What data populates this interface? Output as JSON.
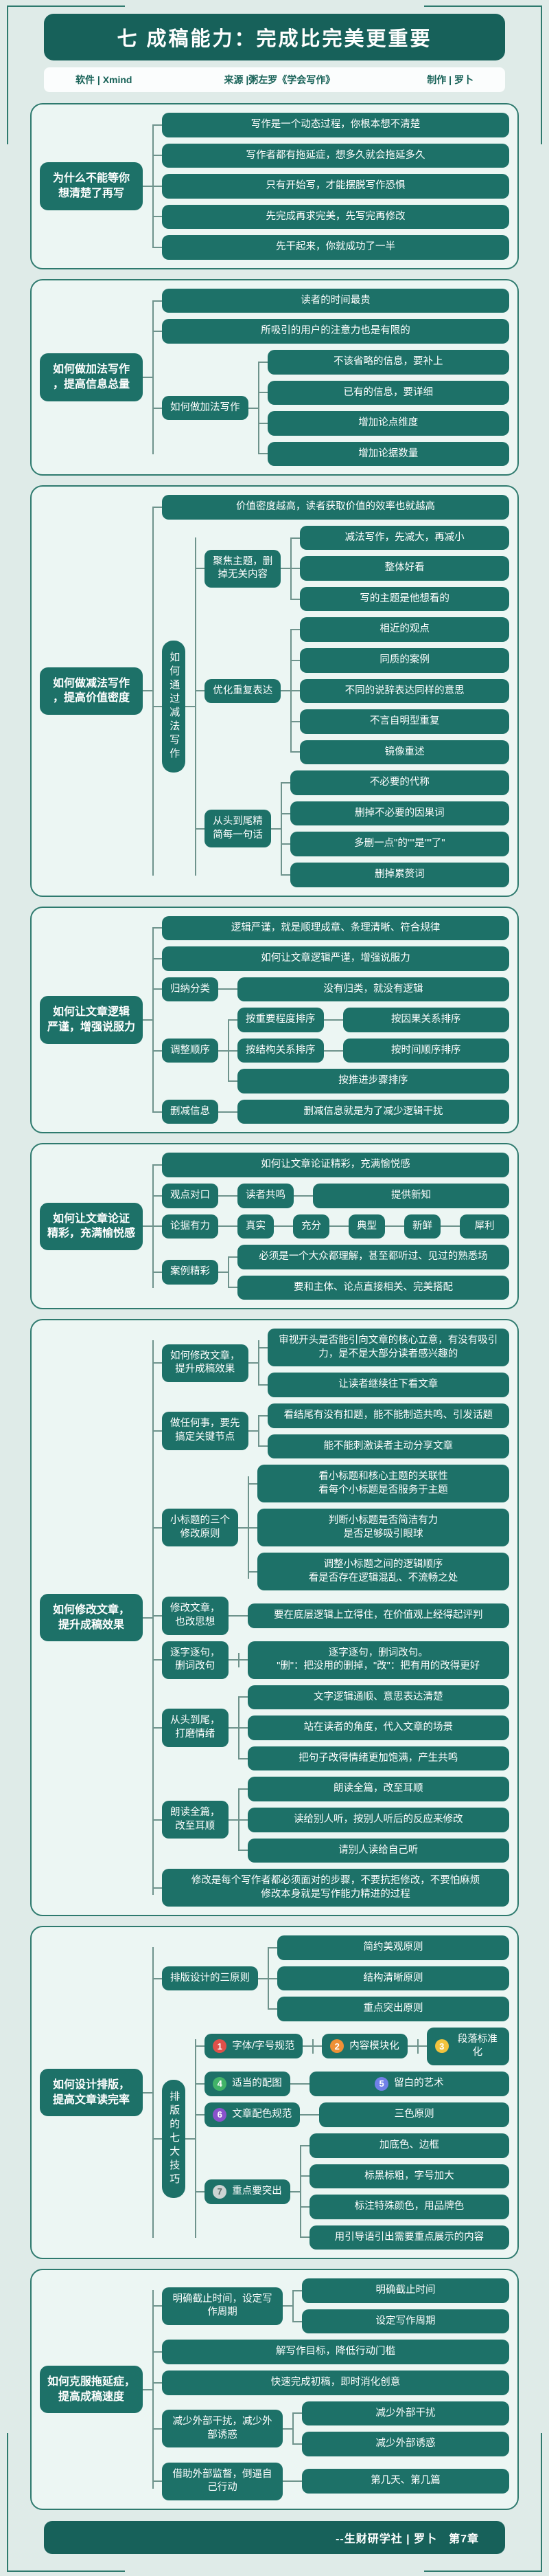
{
  "header": {
    "title": "七  成稿能力：完成比完美更重要"
  },
  "meta": {
    "software": "软件 | Xmind",
    "source": "来源 |粥左罗《学会写作》",
    "maker": "制作 | 罗卜"
  },
  "footer": {
    "credit": "--生财研学社 | 罗卜　第7章"
  },
  "colors": {
    "node": "#1d7168",
    "bar_dark": "#17615a",
    "section_bg": "#ecf6f3",
    "section_border": "#2e7a6e",
    "connector": "#6e938c",
    "badge_1": "#e0504a",
    "badge_2": "#ef9036",
    "badge_3": "#f2c33e",
    "badge_4": "#41b368",
    "badge_5": "#7080e8",
    "badge_6": "#8a52cc",
    "badge_7": "#ccd4d3"
  },
  "sections": [
    {
      "t": "为什么不能等你\n想清楚了再写",
      "c": [
        {
          "t": "写作是一个动态过程，你根本想不清楚"
        },
        {
          "t": "写作者都有拖延症，想多久就会拖延多久"
        },
        {
          "t": "只有开始写，才能摆脱写作恐惧"
        },
        {
          "t": "先完成再求完美，先写完再修改"
        },
        {
          "t": "先干起来，你就成功了一半"
        }
      ]
    },
    {
      "t": "如何做加法写作\n，提高信息总量",
      "c": [
        {
          "t": "读者的时间最贵"
        },
        {
          "t": "所吸引的用户的注意力也是有限的"
        },
        {
          "t": "如何做加法写作",
          "c": [
            {
              "t": "不该省略的信息，要补上"
            },
            {
              "t": "已有的信息，要详细"
            },
            {
              "t": "增加论点维度"
            },
            {
              "t": "增加论据数量"
            }
          ]
        }
      ]
    },
    {
      "t": "如何做减法写作\n，提高价值密度",
      "c": [
        {
          "t": "价值密度越高，读者获取价值的效率也就越高"
        },
        {
          "t": "如何通过减法写作",
          "v": true,
          "c": [
            {
              "t": "聚焦主题，删\n掉无关内容",
              "c": [
                {
                  "t": "减法写作，先减大，再减小"
                },
                {
                  "t": "整体好看"
                },
                {
                  "t": "写的主题是他想看的"
                }
              ]
            },
            {
              "t": "优化重复表达",
              "c": [
                {
                  "t": "相近的观点"
                },
                {
                  "t": "同质的案例"
                },
                {
                  "t": "不同的说辞表达同样的意思"
                },
                {
                  "t": "不言自明型重复"
                },
                {
                  "t": "镜像重述"
                }
              ]
            },
            {
              "t": "从头到尾精\n简每一句话",
              "c": [
                {
                  "t": "不必要的代称"
                },
                {
                  "t": "删掉不必要的因果词"
                },
                {
                  "t": "多删一点\"的\"\"是\"\"了\""
                },
                {
                  "t": "删掉累赘词"
                }
              ]
            }
          ]
        }
      ]
    },
    {
      "t": "如何让文章逻辑\n严谨，增强说服力",
      "c": [
        {
          "t": "逻辑严谨，就是顺理成章、条理清晰、符合规律"
        },
        {
          "t": "如何让文章逻辑严谨，增强说服力"
        },
        {
          "t": "归纳分类",
          "c": [
            {
              "t": "没有归类，就没有逻辑"
            }
          ]
        },
        {
          "t": "调整顺序",
          "c": [
            {
              "t": "按重要程度排序",
              "c": [
                {
                  "t": "按因果关系排序"
                }
              ]
            },
            {
              "t": "按结构关系排序",
              "c": [
                {
                  "t": "按时间顺序排序"
                }
              ]
            },
            {
              "t": "按推进步骤排序"
            }
          ]
        },
        {
          "t": "删减信息",
          "c": [
            {
              "t": "删减信息就是为了减少逻辑干扰"
            }
          ]
        }
      ]
    },
    {
      "t": "如何让文章论证\n精彩，充满愉悦感",
      "c": [
        {
          "t": "如何让文章论证精彩，充满愉悦感"
        },
        {
          "t": "观点对口",
          "c": [
            {
              "t": "读者共鸣",
              "c": [
                {
                  "t": "提供新知"
                }
              ]
            }
          ]
        },
        {
          "t": "论据有力",
          "c": [
            {
              "t": "真实",
              "c": [
                {
                  "t": "充分",
                  "c": [
                    {
                      "t": "典型",
                      "c": [
                        {
                          "t": "新鲜",
                          "c": [
                            {
                              "t": "犀利"
                            }
                          ]
                        }
                      ]
                    }
                  ]
                }
              ]
            }
          ]
        },
        {
          "t": "案例精彩",
          "c": [
            {
              "t": "必须是一个大众都理解，甚至都听过、见过的熟悉场"
            },
            {
              "t": "要和主体、论点直接相关、完美搭配"
            }
          ]
        }
      ]
    },
    {
      "t": "如何修改文章，\n提升成稿效果",
      "c": [
        {
          "t": "如何修改文章，\n提升成稿效果",
          "c": [
            {
              "t": "审视开头是否能引向文章的核心立意，有没有吸引力，是不是大部分读者感兴趣的"
            },
            {
              "t": "让读者继续往下看文章"
            }
          ]
        },
        {
          "t": "做任何事，要先\n搞定关键节点",
          "c": [
            {
              "t": "看结尾有没有扣题，能不能制造共鸣、引发话题"
            },
            {
              "t": "能不能刺激读者主动分享文章"
            }
          ]
        },
        {
          "t": "小标题的三个\n修改原则",
          "c": [
            {
              "t": "看小标题和核心主题的关联性\n看每个小标题是否服务于主题"
            },
            {
              "t": "判断小标题是否简洁有力\n是否足够吸引眼球"
            },
            {
              "t": "调整小标题之间的逻辑顺序\n看是否存在逻辑混乱、不流畅之处"
            }
          ]
        },
        {
          "t": "修改文章，\n也改思想",
          "c": [
            {
              "t": "要在底层逻辑上立得住，在价值观上经得起评判"
            }
          ]
        },
        {
          "t": "逐字逐句，\n删词改句",
          "c": [
            {
              "t": "逐字逐句，删词改句。\n\"删\"：把没用的删掉，\"改\"：把有用的改得更好"
            }
          ]
        },
        {
          "t": "从头到尾，\n打磨情绪",
          "c": [
            {
              "t": "文字逻辑通顺、意思表达清楚"
            },
            {
              "t": "站在读者的角度，代入文章的场景"
            },
            {
              "t": "把句子改得情绪更加饱满，产生共鸣"
            }
          ]
        },
        {
          "t": "朗读全篇，\n改至耳顺",
          "c": [
            {
              "t": "朗读全篇，改至耳顺"
            },
            {
              "t": "读给别人听，按别人听后的反应来修改"
            },
            {
              "t": "请别人读给自己听"
            }
          ]
        },
        {
          "t": "修改是每个写作者都必须面对的步骤，不要抗拒修改，不要怕麻烦\n修改本身就是写作能力精进的过程"
        }
      ]
    },
    {
      "t": "如何设计排版，\n提高文章读完率",
      "c": [
        {
          "t": "排版设计的三原则",
          "c": [
            {
              "t": "简约美观原则"
            },
            {
              "t": "结构清晰原则"
            },
            {
              "t": "重点突出原则"
            }
          ]
        },
        {
          "t": "排版的七大技巧",
          "v": true,
          "c": [
            {
              "t": "字体/字号规范",
              "b": {
                "n": "1",
                "color": "#e0504a"
              },
              "c": [
                {
                  "t": "内容模块化",
                  "b": {
                    "n": "2",
                    "color": "#ef9036"
                  },
                  "c": [
                    {
                      "t": "段落标准化",
                      "b": {
                        "n": "3",
                        "color": "#f2c33e"
                      }
                    }
                  ]
                }
              ]
            },
            {
              "t": "适当的配图",
              "b": {
                "n": "4",
                "color": "#41b368"
              },
              "c": [
                {
                  "t": "留白的艺术",
                  "b": {
                    "n": "5",
                    "color": "#7080e8"
                  }
                }
              ]
            },
            {
              "t": "文章配色规范",
              "b": {
                "n": "6",
                "color": "#8a52cc"
              },
              "c": [
                {
                  "t": "三色原则"
                }
              ]
            },
            {
              "t": "重点要突出",
              "b": {
                "n": "7",
                "color": "#ccd4d3",
                "tc": "#5a6a67"
              },
              "c": [
                {
                  "t": "加底色、边框"
                },
                {
                  "t": "标黑标粗，字号加大"
                },
                {
                  "t": "标注特殊颜色，用品牌色"
                },
                {
                  "t": "用引导语引出需要重点展示的内容"
                }
              ]
            }
          ]
        }
      ]
    },
    {
      "t": "如何克服拖延症，\n提高成稿速度",
      "c": [
        {
          "t": "明确截止时间，设定写作周期",
          "c": [
            {
              "t": "明确截止时间"
            },
            {
              "t": "设定写作周期"
            }
          ]
        },
        {
          "t": "解写作目标，降低行动门槛"
        },
        {
          "t": "快速完成初稿，即时消化创意"
        },
        {
          "t": "减少外部干扰，减少外部诱惑",
          "c": [
            {
              "t": "减少外部干扰"
            },
            {
              "t": "减少外部诱惑"
            }
          ]
        },
        {
          "t": "借助外部监督，倒逼自己行动",
          "c": [
            {
              "t": "第几天、第几篇"
            }
          ]
        }
      ]
    }
  ]
}
